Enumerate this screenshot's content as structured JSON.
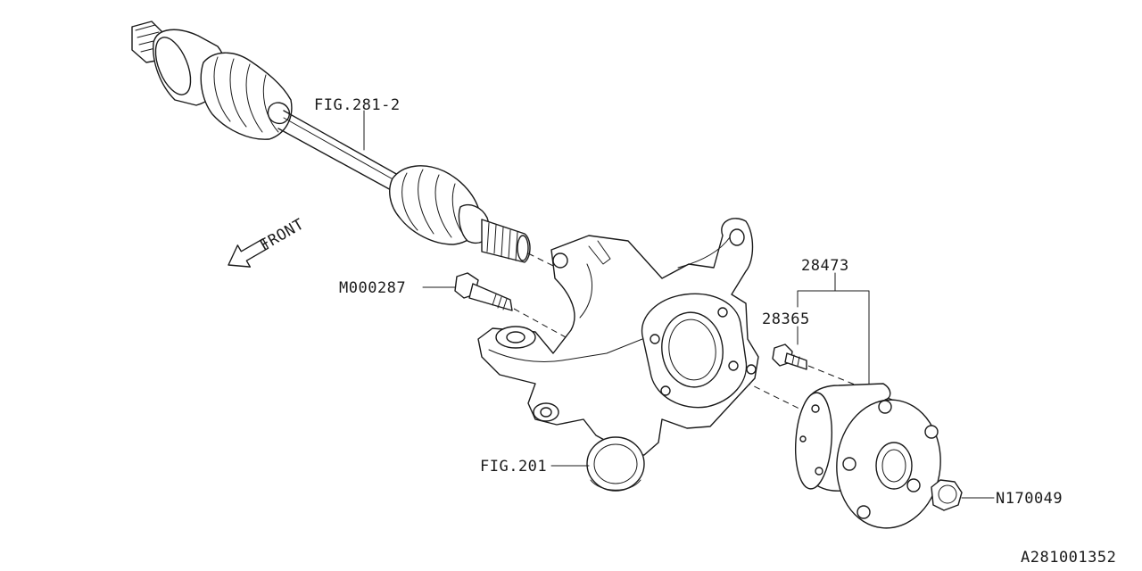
{
  "diagram": {
    "labels": {
      "drive_shaft": "FIG.281-2",
      "front": "FRONT",
      "bolt": "M000287",
      "hub_assembly": "28473",
      "hub_bolt": "28365",
      "knuckle": "FIG.201",
      "nut": "N170049",
      "drawing_number": "A281001352"
    }
  }
}
